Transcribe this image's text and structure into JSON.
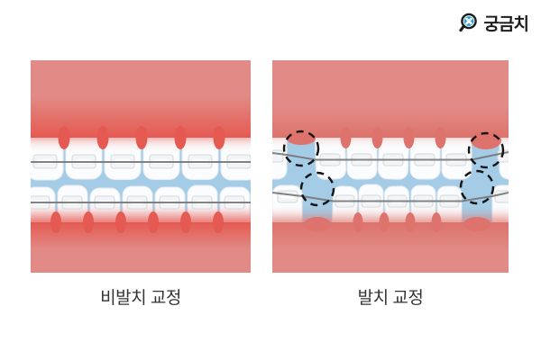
{
  "logo": {
    "text": "궁금치",
    "icon": "tooth-magnifier-icon"
  },
  "panels": [
    {
      "caption": "비발치 교정",
      "type": "non-extraction braces illustration",
      "extraction_markers": 0
    },
    {
      "caption": "발치 교정",
      "type": "extraction braces illustration",
      "extraction_markers": 4
    }
  ],
  "colors": {
    "page-bg": "#ffffff",
    "gum-pink": "#e28b86",
    "gum-red": "#e45a52",
    "gum-red-soft": "#dd736c",
    "mouth-blue": "#a5cce7",
    "tooth-white": "#fbfcfd",
    "tooth-shade": "#e6ecf0",
    "wire-gray": "#777777",
    "bracket-fill": "#f2f4f5",
    "bracket-stroke": "#d4dade",
    "marker-black": "#151515",
    "logo-blue": "#2f9fd6",
    "logo-dark": "#1c1c1c",
    "label-text": "#333333"
  }
}
